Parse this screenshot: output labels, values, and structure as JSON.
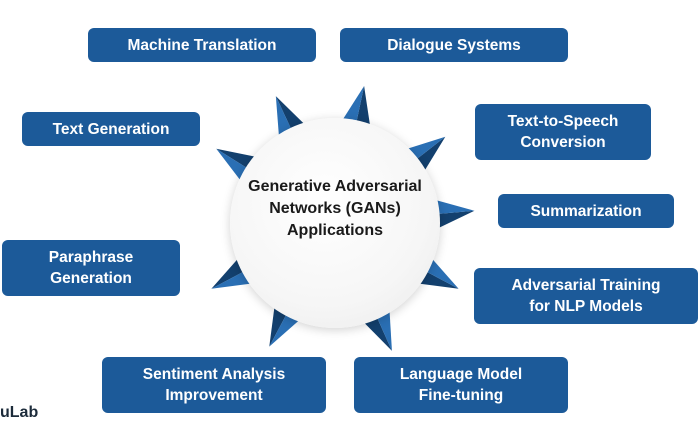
{
  "diagram": {
    "center": {
      "title": "Generative Adversarial\nNetworks (GANs)\nApplications"
    },
    "nodes": [
      {
        "id": "machine-translation",
        "label": "Machine Translation"
      },
      {
        "id": "dialogue-systems",
        "label": "Dialogue Systems"
      },
      {
        "id": "text-generation",
        "label": "Text Generation"
      },
      {
        "id": "text-to-speech",
        "label": "Text-to-Speech\nConversion"
      },
      {
        "id": "summarization",
        "label": "Summarization"
      },
      {
        "id": "paraphrase-generation",
        "label": "Paraphrase\nGeneration"
      },
      {
        "id": "adversarial-training",
        "label": "Adversarial Training\nfor NLP Models"
      },
      {
        "id": "sentiment-analysis",
        "label": "Sentiment Analysis\nImprovement"
      },
      {
        "id": "language-model-finetuning",
        "label": "Language Model\nFine-tuning"
      }
    ],
    "brand_fragment": "uLab"
  },
  "colors": {
    "box_fill": "#1c5a99",
    "arrow_dark": "#13406e",
    "arrow_light": "#2a6fb4",
    "box_text": "#ffffff",
    "center_text": "#1a1a1a"
  }
}
